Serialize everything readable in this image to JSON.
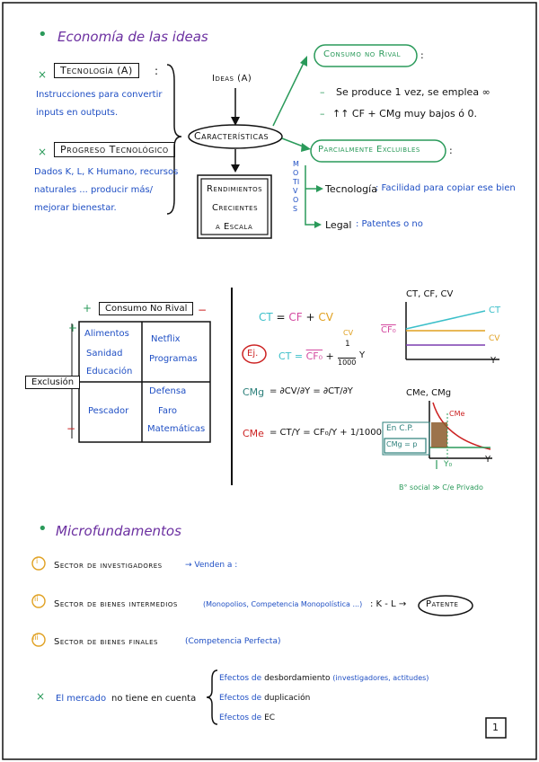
{
  "section1": {
    "title": "Economía de las ideas",
    "tech_label": "Tecnología (A)",
    "tech_desc": [
      "Instrucciones para convertir",
      "inputs en outputs."
    ],
    "prog_label": "Progreso Tecnológico",
    "prog_desc": [
      "Dados K, L, K Humano, recursos",
      "naturales ... producir más/",
      "mejorar bienestar."
    ],
    "ideas_label": "Ideas (A)",
    "caract_label": "Características",
    "rend_label": [
      "Rendimientos",
      "Crecientes",
      "a Escala"
    ],
    "motivos_label": "MOTIVOS",
    "consumo_rival": "Consumo no Rival",
    "cr_line1": "Se produce 1 vez, se emplea ∞",
    "cr_line2": "↑↑ CF + CMg muy bajos ó 0.",
    "parcial_excl": "Parcialmente Excluibles",
    "tecnologia_key": "Tecnología",
    "tecnologia_val": ": Facilidad para copiar ese bien",
    "legal_key": "Legal",
    "legal_val": ": Patentes o no"
  },
  "matrix": {
    "header": "Consumo No Rival",
    "plus": "+",
    "minus": "−",
    "side_label": "Exclusión",
    "cell_tl": [
      "Alimentos",
      "Sanidad",
      "Educación"
    ],
    "cell_tr": [
      "Netflix",
      "Programas"
    ],
    "cell_bl": [
      "Pescador"
    ],
    "cell_br": [
      "Defensa",
      "Faro",
      "Matemáticas"
    ]
  },
  "formulas": {
    "ct_eq": [
      "CT",
      " = ",
      "CF",
      " + ",
      "CV"
    ],
    "ej": "Ej.",
    "ct_ej_left": "CT = ",
    "ct_ej_cf": "CF₀",
    "ct_ej_cv": "CV",
    "ct_ej_frac_num": "1",
    "ct_ej_frac_den": "1000",
    "ct_ej_y": "Y",
    "cmg_label": "CMg",
    "cmg_eq": "= ∂CV/∂Y = ∂CT/∂Y",
    "cme_label": "CMe",
    "cme_eq": "= CT/Y = CF₀/Y + 1/1000"
  },
  "graph1": {
    "ylabel": "CT, CF, CV",
    "ct": "CT",
    "cf0": "CF₀",
    "cv": "CV",
    "xlabel": "Y"
  },
  "graph2": {
    "ylabel": "CMe, CMg",
    "cme": "CMe",
    "en_cp": "En C.P.",
    "cmg_p": "CMg = p",
    "y0": "Y₀",
    "xlabel": "Y",
    "note": "B° social ≫ C/e Privado"
  },
  "section2": {
    "title": "Microfundamentos",
    "item1_num": "i",
    "item1": "Sector de investigadores",
    "item1_tail": "→ Venden a :",
    "item2_num": "ii",
    "item2": "Sector de bienes intermedios",
    "item2_paren": "(Monopolios, Competencia Monopolística ...)",
    "item2_tail": ": K - L →",
    "patente": "Patente",
    "item3_num": "iii",
    "item3": "Sector de bienes finales",
    "item3_paren": "(Competencia Perfecta)",
    "mercado_a": "El mercado",
    "mercado_b": "no tiene en cuenta",
    "efecto1_a": "Efectos de",
    "efecto1_b": "desbordamiento",
    "efecto1_c": "(investigadores, actitudes)",
    "efecto2_a": "Efectos de",
    "efecto2_b": "duplicación",
    "efecto3_a": "Efectos de",
    "efecto3_b": "EC"
  },
  "page_number": "1"
}
